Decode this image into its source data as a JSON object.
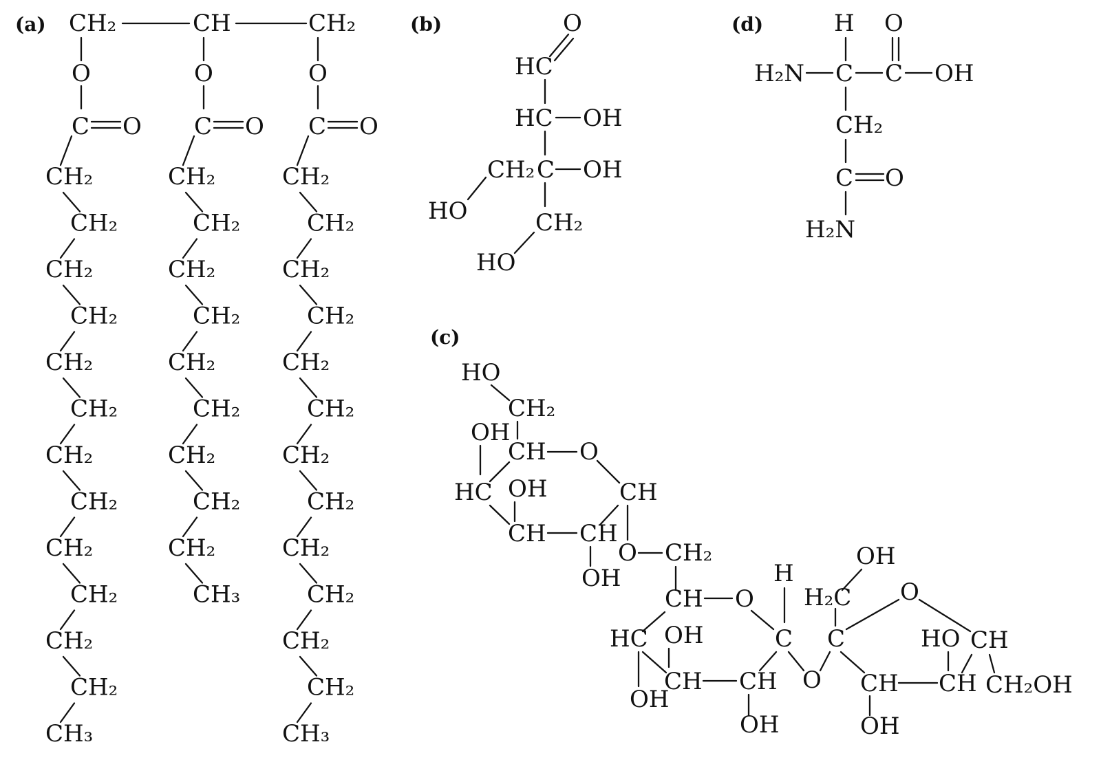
{
  "panel_labels": {
    "a": "(a)",
    "b": "(b)",
    "c": "(c)",
    "d": "(d)"
  },
  "atoms": {
    "CH2": "CH₂",
    "CH3": "CH₃",
    "CH": "CH",
    "HC": "HC",
    "C": "C",
    "O": "O",
    "OH": "OH",
    "HO": "HO",
    "H": "H",
    "H2N": "H₂N",
    "H2C": "H₂C",
    "CH2OH": "CH₂OH"
  },
  "colors": {
    "ink": "#111111",
    "background": "#ffffff"
  }
}
